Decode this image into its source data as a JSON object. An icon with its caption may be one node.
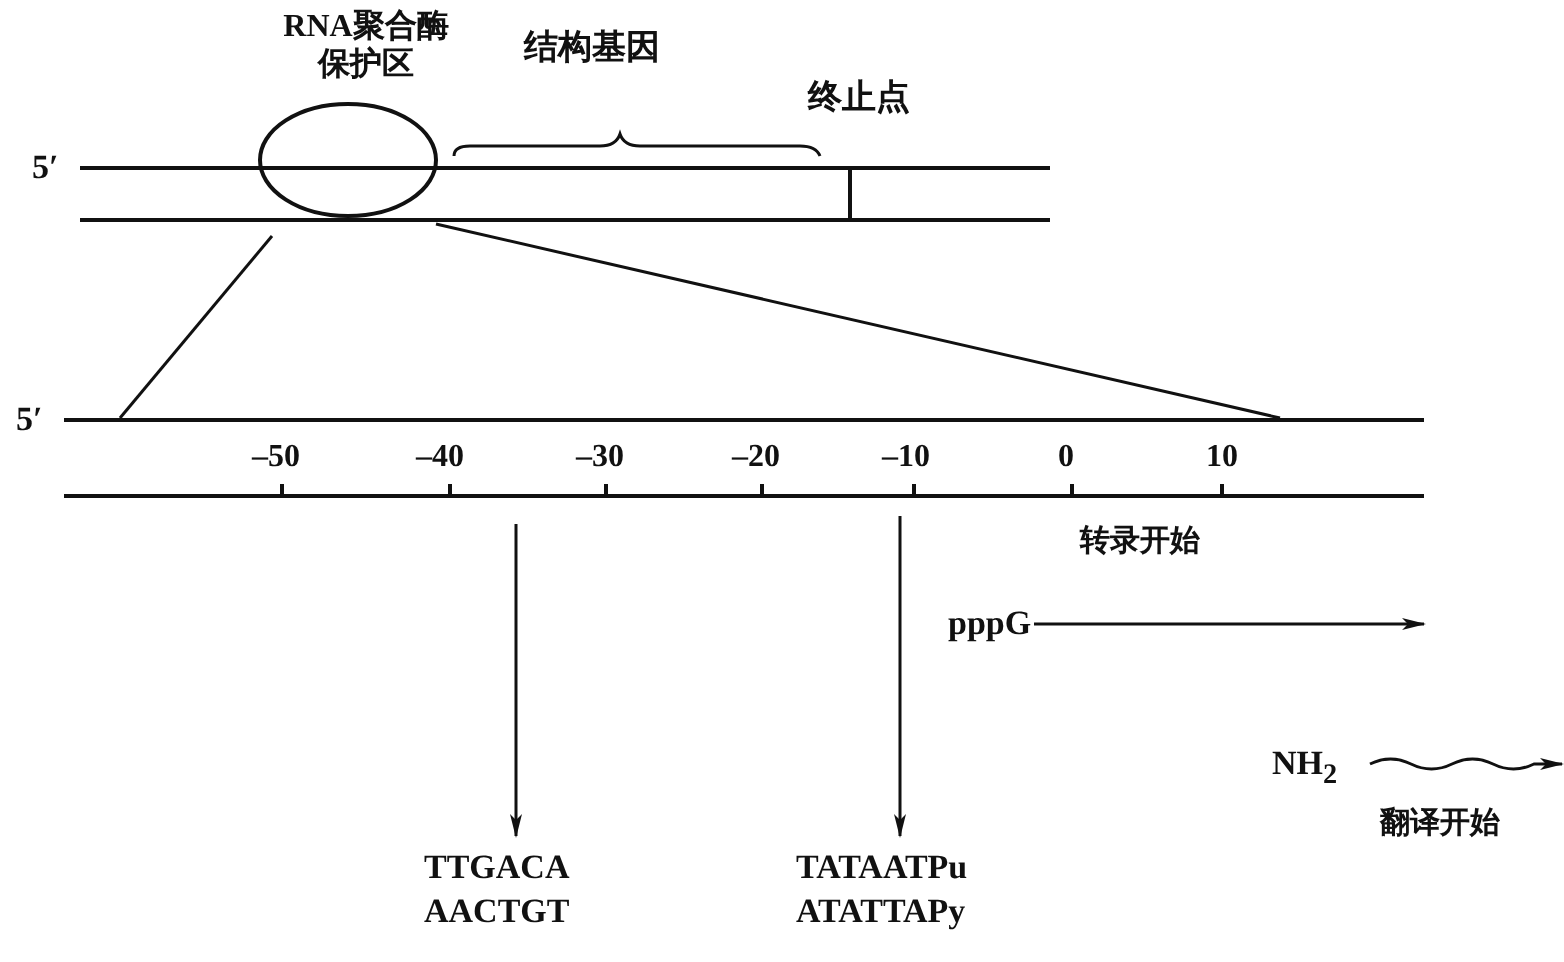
{
  "diagram": {
    "nodes": [
      {
        "text": [
          "RNA聚合酶保护区"
        ]
      },
      {
        "text": [
          "TTGACA",
          "AACTGT"
        ]
      },
      {
        "text": [
          "TATAATPu",
          "ATATTAPy"
        ]
      },
      {
        "text": [
          "pppG"
        ]
      },
      {
        "text": [
          "NH$_{2}$"
        ],
        "beside": [
          "翻译开始"
        ]
      },
      {
        "text": [],
        "shape": "bar"
      }
    ],
    "edges": [
      {
        "from": 5,
        "to": 1,
        "arrow": "to"
      },
      {
        "from": 5,
        "to": 2,
        "arrow": "to"
      },
      {
        "from": 3,
        "to": null,
        "arrow": "to"
      },
      {
        "from": 4,
        "to": null,
        "arrow": "to"
      },
      {
        "from": 0,
        "to": 5,
        "arrow": "none"
      },
      {
        "from": 0,
        "to": 5,
        "arrow": "none"
      }
    ],
    "labels": [
      "结构基因",
      "终止点",
      "5′",
      "5′",
      "–50",
      "–40",
      "–30",
      "–20",
      "–10",
      "0",
      "10",
      "转录开始"
    ]
  }
}
